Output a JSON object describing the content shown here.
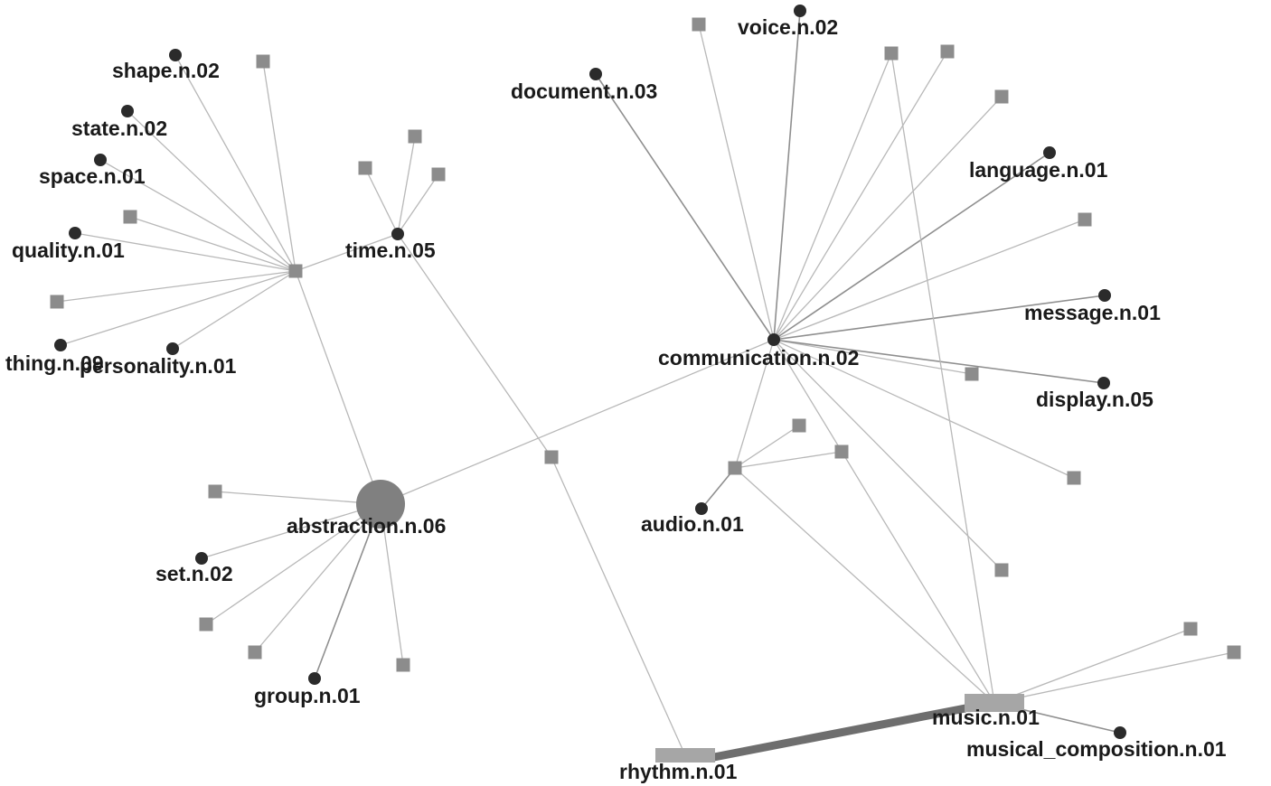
{
  "concepts": {
    "shape": "shape.n.02",
    "state": "state.n.02",
    "space": "space.n.01",
    "quality": "quality.n.01",
    "thing": "thing.n.09",
    "personality": "personality.n.01",
    "time": "time.n.05",
    "document": "document.n.03",
    "voice": "voice.n.02",
    "language": "language.n.01",
    "message": "message.n.01",
    "communication": "communication.n.02",
    "display": "display.n.05",
    "audio": "audio.n.01",
    "abstraction": "abstraction.n.06",
    "set": "set.n.02",
    "group": "group.n.01",
    "music": "music.n.01",
    "musical_composition": "musical_composition.n.01",
    "rhythm": "rhythm.n.01"
  }
}
